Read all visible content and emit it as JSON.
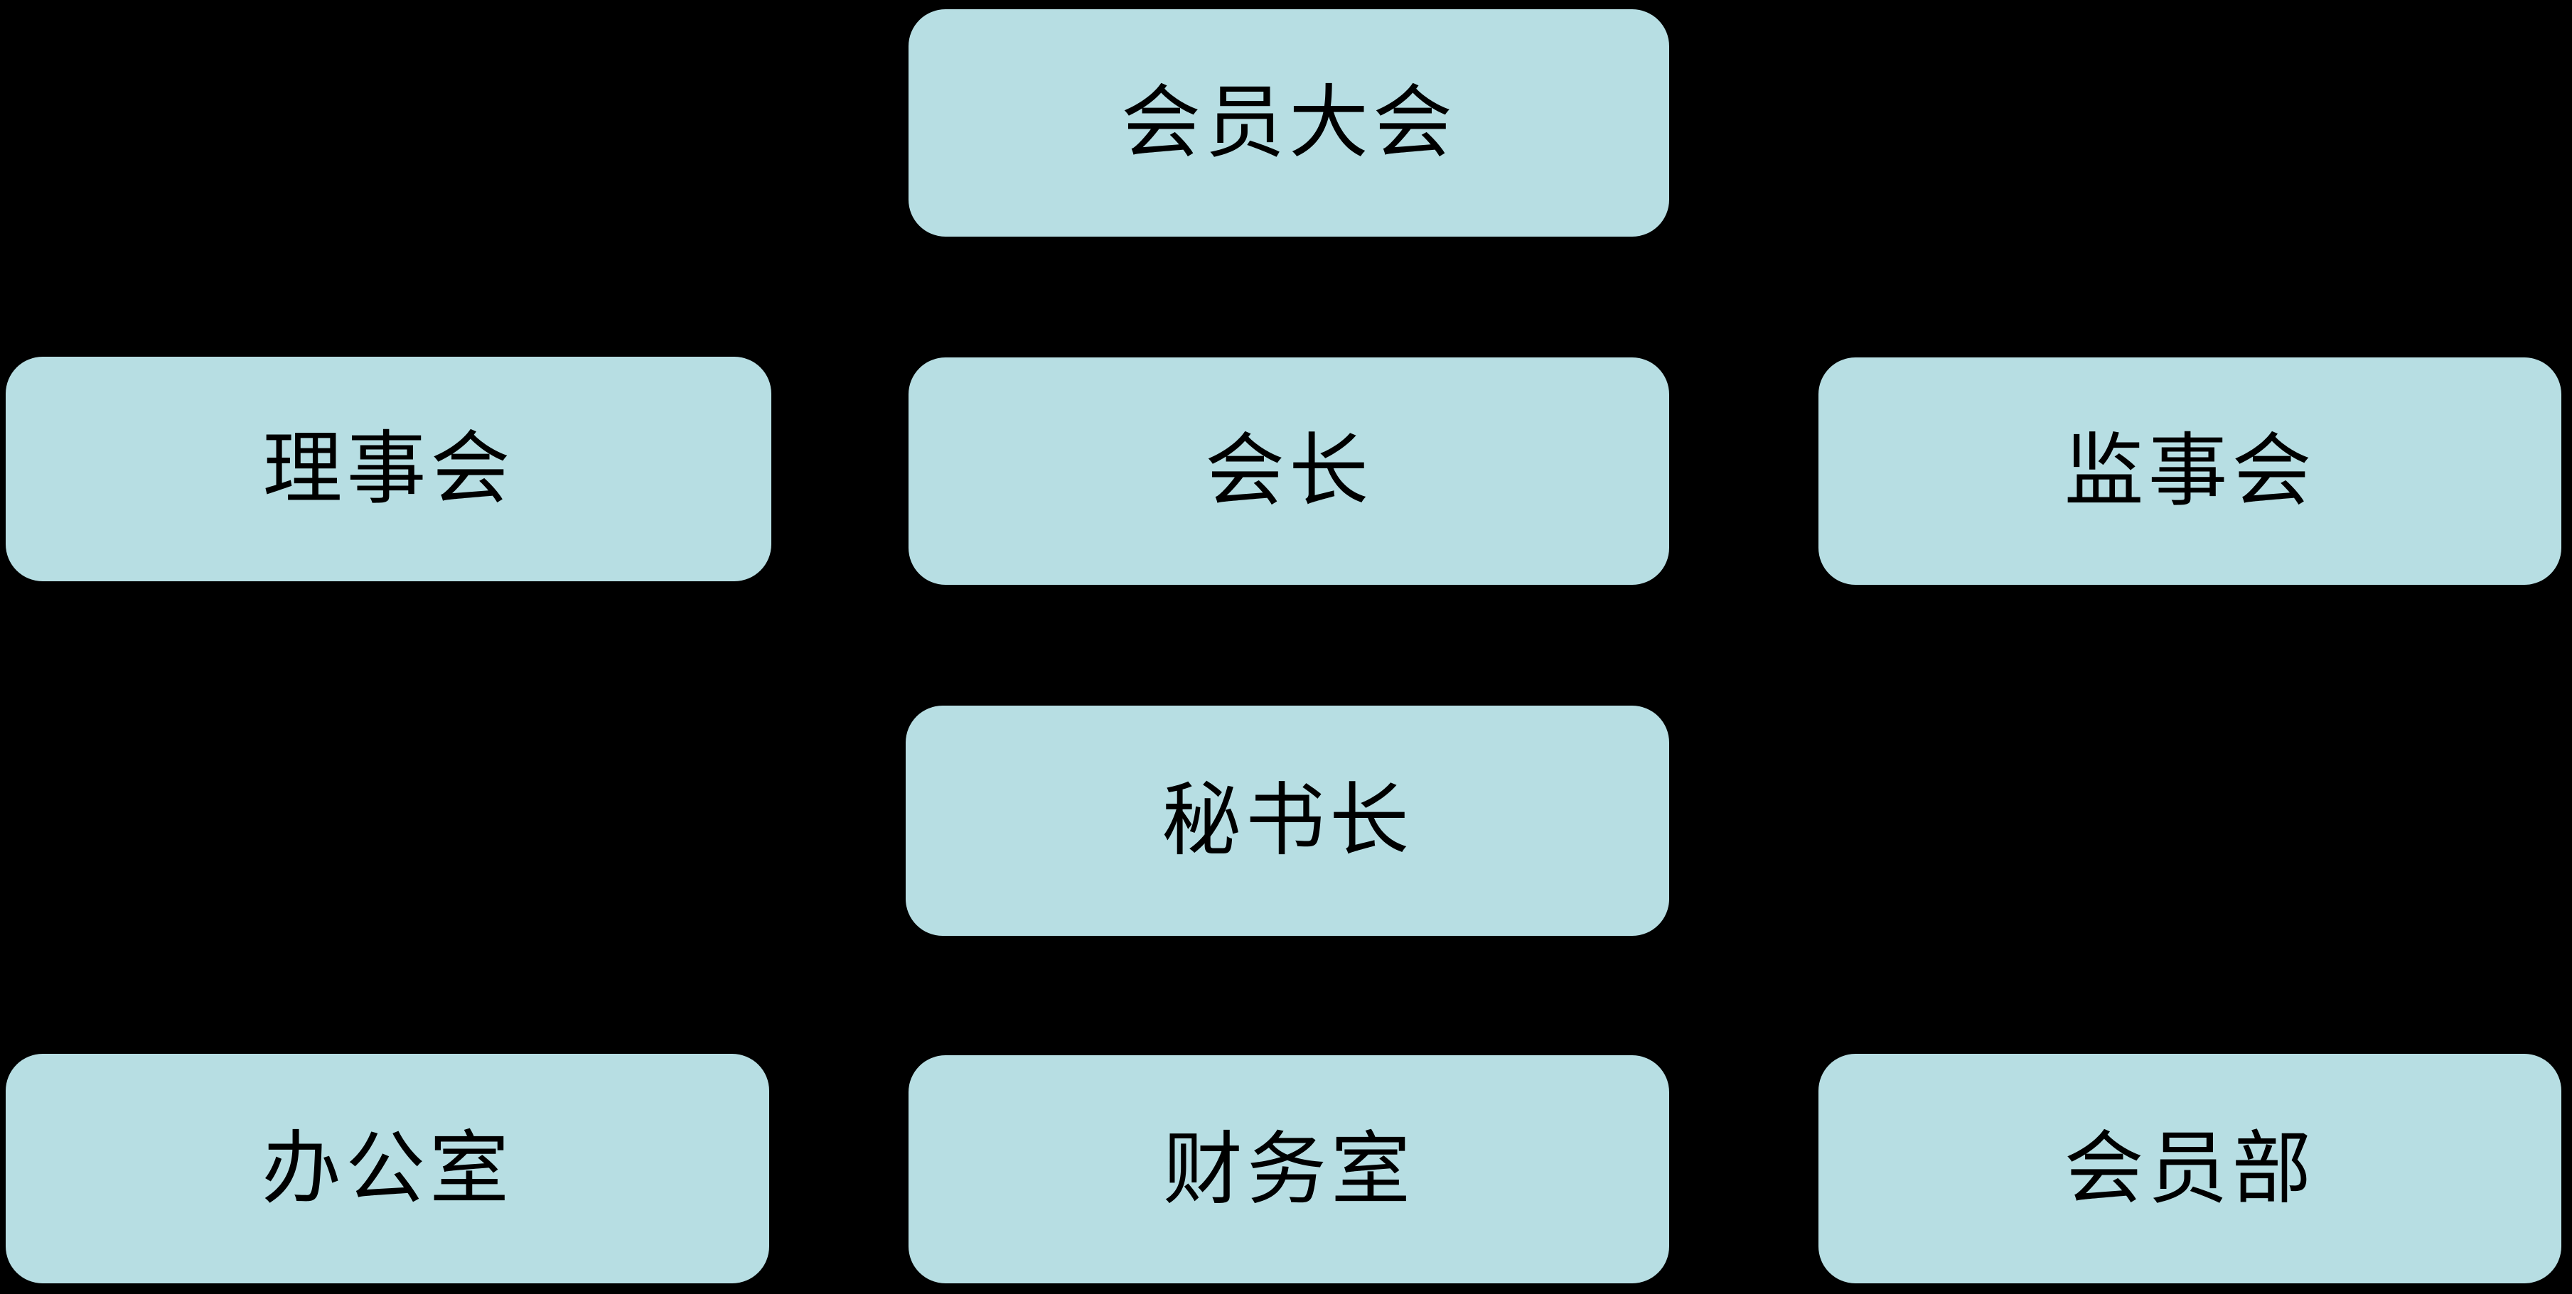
{
  "colors": {
    "background": "#000000",
    "node_fill": "#b7dee3",
    "node_text": "#000000"
  },
  "diagram": {
    "type": "org-chart",
    "edges_visible": false,
    "nodes": [
      {
        "label": "会员大会",
        "row": 0,
        "col": "center"
      },
      {
        "label": "理事会",
        "row": 1,
        "col": "left"
      },
      {
        "label": "会长",
        "row": 1,
        "col": "center"
      },
      {
        "label": "监事会",
        "row": 1,
        "col": "right"
      },
      {
        "label": "秘书长",
        "row": 2,
        "col": "center"
      },
      {
        "label": "办公室",
        "row": 3,
        "col": "left"
      },
      {
        "label": "财务室",
        "row": 3,
        "col": "center"
      },
      {
        "label": "会员部",
        "row": 3,
        "col": "right"
      }
    ]
  }
}
